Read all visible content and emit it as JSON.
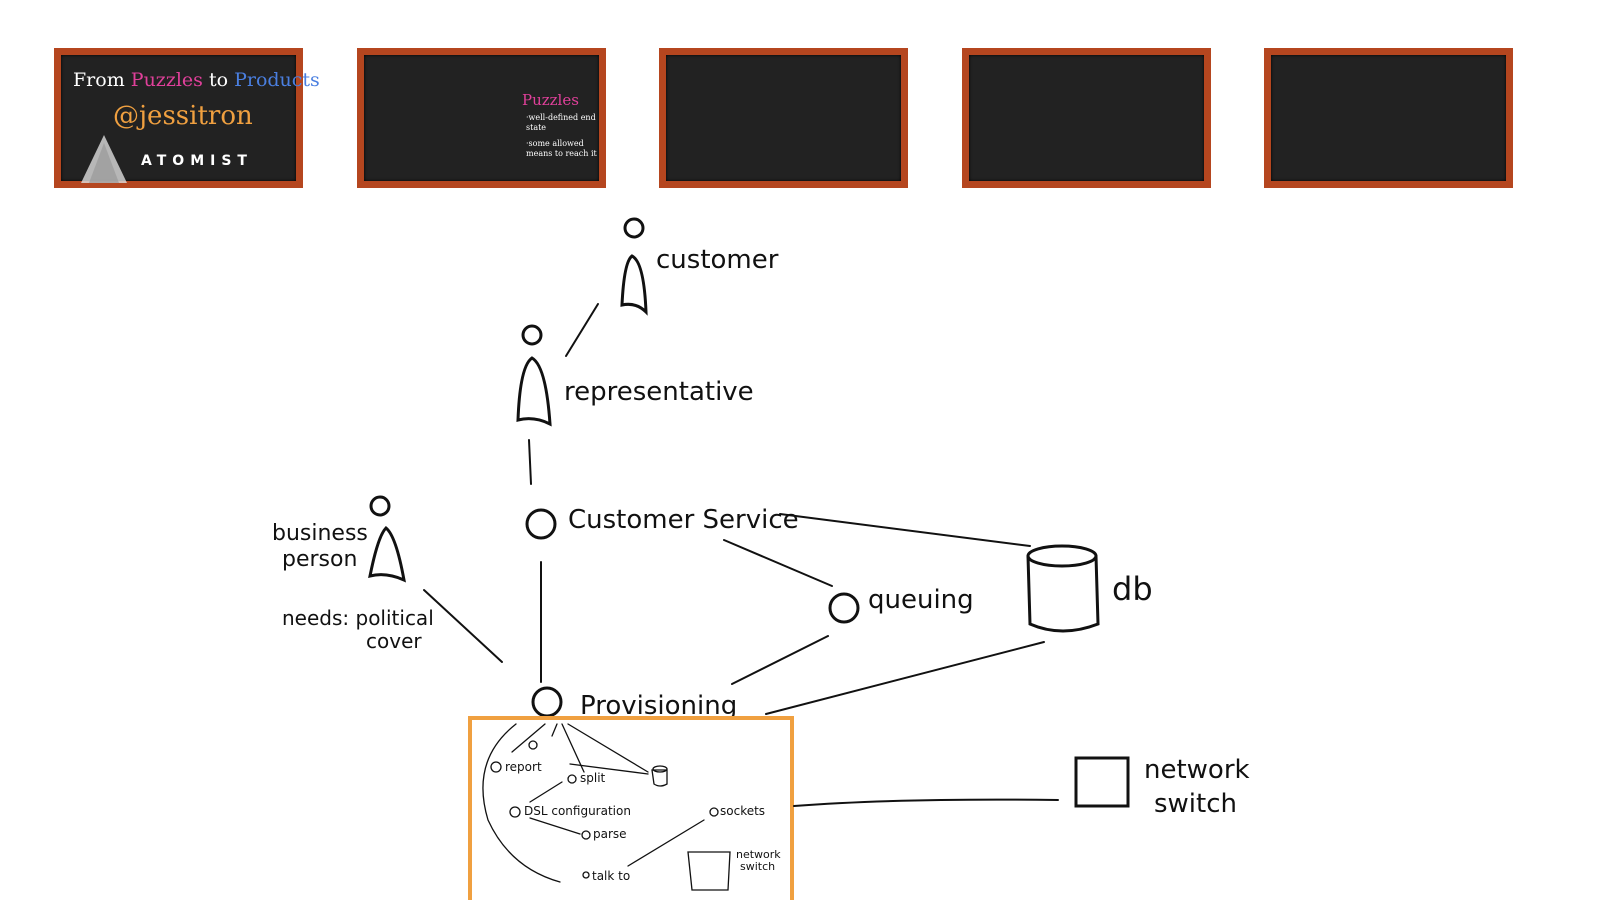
{
  "slides": [
    {
      "title_from": "From",
      "title_puzzles": "Puzzles",
      "title_to": "to",
      "title_products": "Products",
      "handle": "@jessitron",
      "logo_text": "ATOMIST"
    },
    {
      "heading": "Puzzles",
      "bullet1": "·well-defined end state",
      "bullet2": "·some allowed means to reach it"
    },
    {},
    {},
    {}
  ],
  "colors": {
    "frame": "#b5461f",
    "board": "#222222",
    "pink": "#e0409a",
    "blue": "#4a7fe0",
    "orange": "#f0a040",
    "highlight": "#f0a040"
  },
  "diagram": {
    "customer": "customer",
    "representative": "representative",
    "customer_service": "Customer Service",
    "business_person_1": "business",
    "business_person_2": "person",
    "needs_1": "needs: political",
    "needs_2": "cover",
    "queuing": "queuing",
    "db": "db",
    "provisioning": "Provisioning",
    "network_switch_1": "network",
    "network_switch_2": "switch",
    "inset": {
      "report": "report",
      "split": "split",
      "dsl": "DSL configuration",
      "parse": "parse",
      "sockets": "sockets",
      "talk_to": "talk to",
      "network": "network",
      "switch": "switch"
    }
  }
}
